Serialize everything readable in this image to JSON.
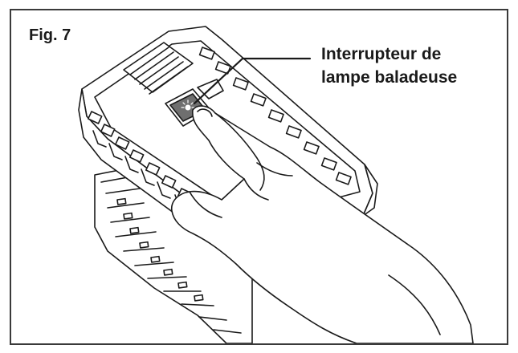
{
  "figure": {
    "label": "Fig. 7",
    "callout_line1": "Interrupteur de",
    "callout_line2": "lampe baladeuse"
  },
  "colors": {
    "frame": "#3a3a3a",
    "ink": "#1a1a1a",
    "switch_fill": "#6f6f6f"
  },
  "icons": {
    "switch": "work-light-switch-icon"
  }
}
